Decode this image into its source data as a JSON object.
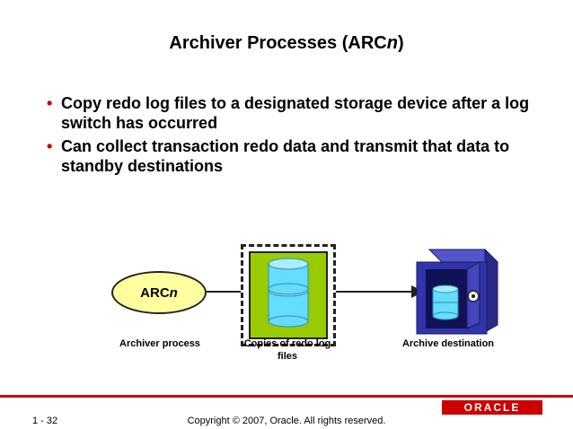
{
  "slide": {
    "title_prefix": "Archiver Processes (ARC",
    "title_italic": "n",
    "title_suffix": ")",
    "bullets": [
      "Copy redo log files to a designated storage device after a log switch has occurred",
      "Can collect transaction redo data and transmit that data to standby destinations"
    ],
    "bullet_marker": "•"
  },
  "diagram": {
    "oval_prefix": "ARC",
    "oval_italic": "n",
    "labels": {
      "archiver": "Archiver process",
      "copies": "Copies of redo log files",
      "archive": "Archive destination"
    },
    "colors": {
      "oval_fill": "#ffffa0",
      "redo_box_fill": "#99cc00",
      "cylinder_fill": "#66ddff",
      "vault_fill": "#3333aa"
    }
  },
  "footer": {
    "page_number": "1 - 32",
    "copyright": "Copyright © 2007, Oracle. All rights reserved.",
    "logo_text": "ORACLE",
    "accent_color": "#cc0000"
  }
}
